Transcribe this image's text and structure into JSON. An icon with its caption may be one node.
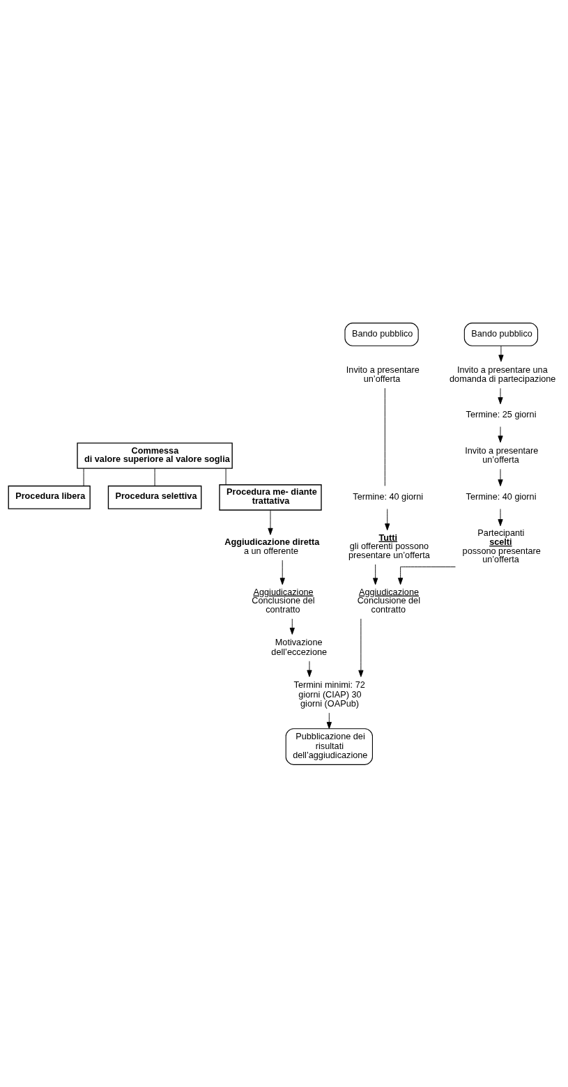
{
  "diagram": {
    "nodes": [
      {
        "text": [
          "Commessa",
          "di valore superiore al valore soglia"
        ]
      },
      {
        "text": [
          "Procedura libera"
        ]
      },
      {
        "text": [
          "Procedura selettiva"
        ]
      },
      {
        "text": [
          "Procedura me- diante trattativa"
        ]
      },
      {
        "text": [
          "Bando pubblico"
        ]
      },
      {
        "text": [
          "Bando pubblico"
        ]
      },
      {
        "text": [
          "Invito a presentare un’offerta"
        ]
      },
      {
        "text": [
          "Invito a presentare una domanda di partecipazione"
        ]
      },
      {
        "text": [
          "Termine: 25 giorni"
        ]
      },
      {
        "text": [
          "Invito a presentare un’offerta"
        ]
      },
      {
        "text": [
          "Termine: 40 giorni"
        ]
      },
      {
        "text": [
          "Termine: 40 giorni"
        ]
      },
      {
        "text": [
          "Tutti",
          "gli offerenti possono presentare un’offerta"
        ]
      },
      {
        "text": [
          "Partecipanti",
          "scelti",
          "possono presentare un’offerta"
        ]
      },
      {
        "text": [
          "Aggiudicazione diretta",
          "a un offerente"
        ]
      },
      {
        "text": [
          "Aggiudicazione",
          "Conclusione del contratto"
        ]
      },
      {
        "text": [
          "Termini minimi: 72 giorni (CIAP) 30 giorni (OAPub)"
        ]
      },
      {
        "text": [
          "Pubblicazione dei risultati dell’aggiudicazione"
        ]
      },
      {
        "text": [
          "Aggiudicazione",
          "Conclusione del contratto"
        ]
      },
      {
        "text": [
          "Motivazione dell’eccezione"
        ]
      }
    ],
    "edges": [
      {
        "from": 0,
        "to": 1,
        "arrow": "none"
      },
      {
        "from": 0,
        "to": 2,
        "arrow": "none"
      },
      {
        "from": 0,
        "to": 3,
        "arrow": "none"
      },
      {
        "from": 5,
        "to": 7,
        "arrow": "to"
      },
      {
        "from": 7,
        "to": 8,
        "arrow": "to"
      },
      {
        "from": 8,
        "to": 9,
        "arrow": "to"
      },
      {
        "from": 9,
        "to": 11,
        "arrow": "to"
      },
      {
        "from": 6,
        "to": 10,
        "arrow": "none"
      },
      {
        "from": 10,
        "to": 12,
        "arrow": "to"
      },
      {
        "from": 11,
        "to": 13,
        "arrow": "to"
      },
      {
        "from": 3,
        "to": 14,
        "arrow": "to"
      },
      {
        "from": 12,
        "to": 15,
        "arrow": "to"
      },
      {
        "from": 13,
        "to": 15,
        "arrow": "to"
      },
      {
        "from": 15,
        "to": 16,
        "arrow": "to"
      },
      {
        "from": 16,
        "to": 17,
        "arrow": "to"
      },
      {
        "from": 14,
        "to": 18,
        "arrow": "to"
      },
      {
        "from": 18,
        "to": 19,
        "arrow": "to"
      },
      {
        "from": 19,
        "to": 16,
        "arrow": "to"
      }
    ]
  }
}
